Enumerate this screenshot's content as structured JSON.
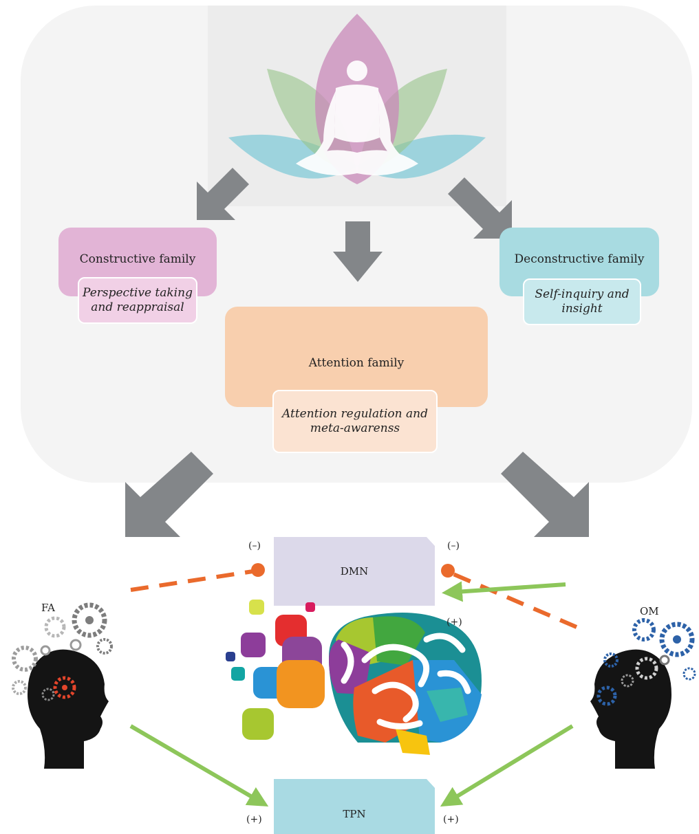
{
  "families": {
    "constructive": {
      "title": "Constructive family",
      "subtitle": "Perspective taking and reappraisal"
    },
    "attention": {
      "title": "Attention family",
      "subtitle": "Attention regulation and meta-awarenss"
    },
    "deconstructive": {
      "title": "Deconstructive family",
      "subtitle": "Self-inquiry and insight"
    }
  },
  "networks": {
    "dmn": {
      "label": "DMN"
    },
    "tpn": {
      "label": "TPN"
    }
  },
  "practices": {
    "fa": {
      "label": "FA"
    },
    "om": {
      "label": "OM"
    }
  },
  "signs": {
    "dmn_left": "(–)",
    "dmn_right": "(–)",
    "brain_plus": "(+)",
    "tpn_left": "(+)",
    "tpn_right": "(+)"
  },
  "colors": {
    "constructive": "#e2b4d6",
    "constructive_sub": "#f1d0e6",
    "attention": "#f8cfae",
    "attention_sub": "#fbe3d2",
    "deconstructive": "#a8dbe1",
    "deconstructive_sub": "#c8e9ed",
    "dmn": "#dcd9ea",
    "tpn": "#a9dae3",
    "arrow_gray": "#838689",
    "inhibit": "#ea6a2c",
    "excite": "#8dc65a"
  }
}
